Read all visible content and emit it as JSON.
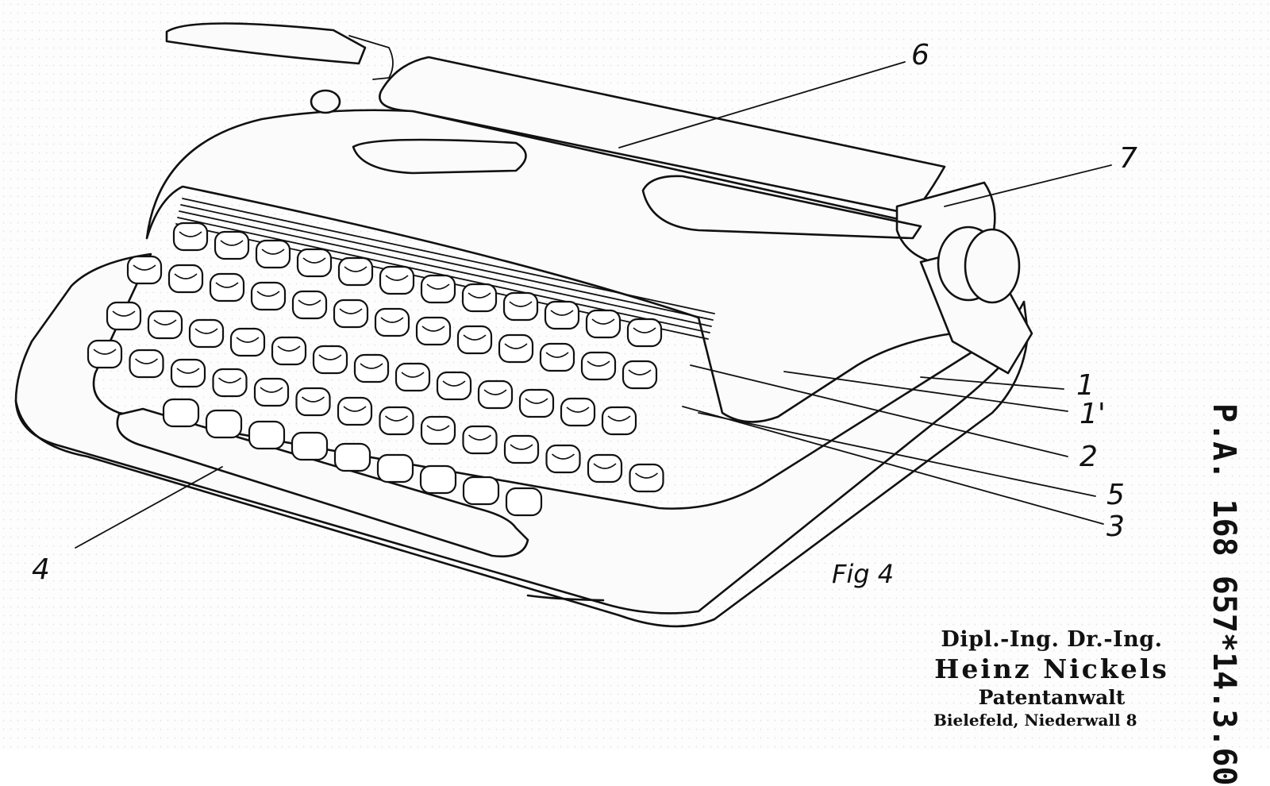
{
  "figure": {
    "caption": "Fig 4",
    "reference_numerals": [
      "1",
      "1'",
      "2",
      "3",
      "4",
      "5",
      "6",
      "7"
    ]
  },
  "labels": {
    "n1": "1",
    "n1p": "1'",
    "n2": "2",
    "n3": "3",
    "n4": "4",
    "n5": "5",
    "n6": "6",
    "n7": "7"
  },
  "stamp": {
    "line1": "Dipl.-Ing. Dr.-Ing.",
    "line2": "Heinz Nickels",
    "line3": "Patentanwalt",
    "line4": "Bielefeld, Niederwall 8"
  },
  "side_stamp": "P.A. 168 657*14.3.60",
  "colors": {
    "ink": "#111111",
    "paper": "#fdfdfd"
  }
}
